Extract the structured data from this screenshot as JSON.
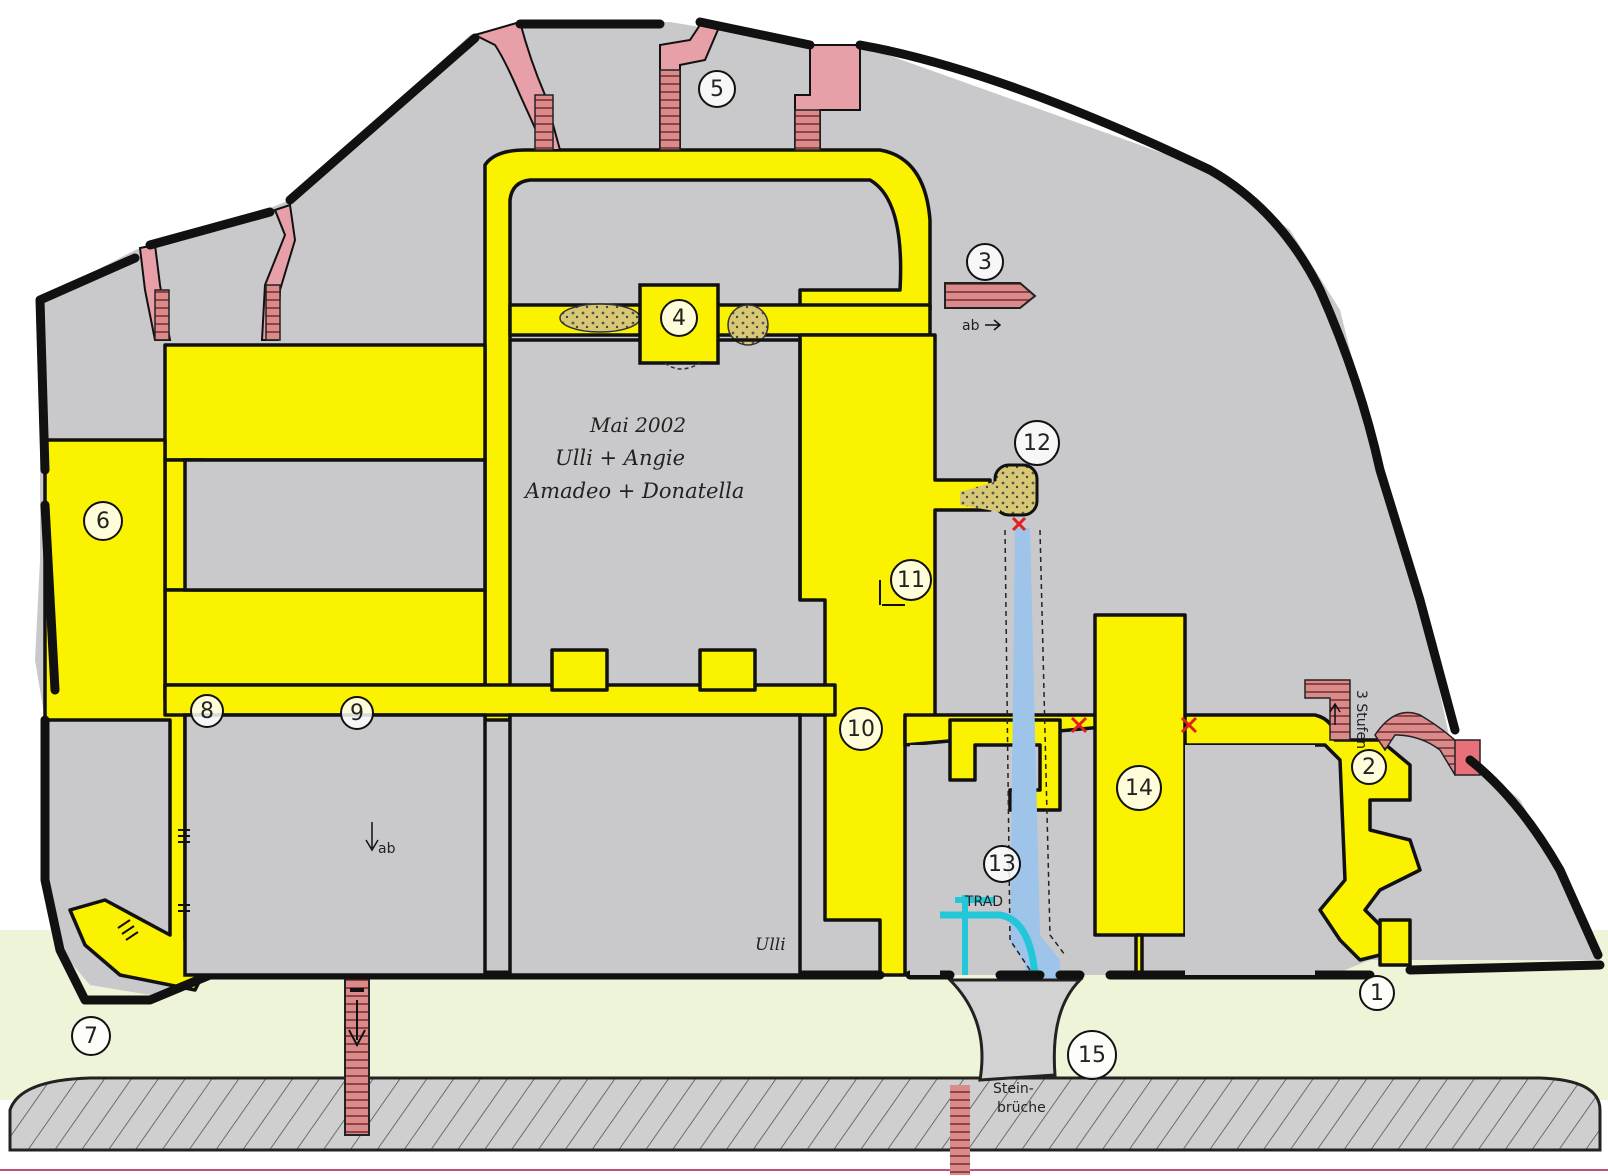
{
  "colors": {
    "ground": "#c9c9cc",
    "corridor": "#fbf200",
    "wall": "#111111",
    "outside": "#eef4d8",
    "tunnel": "#d98a8a",
    "water": "#9ec4ea",
    "cyan_pipe": "#22c8d8",
    "rubble": "#c9b56a",
    "road": "#bdbdbd",
    "marker_x": "#e02020"
  },
  "annotation": {
    "line1": "Mai 2002",
    "line2": "Ulli + Angie",
    "line3": "Amadeo + Donatella"
  },
  "signature": "Ulli",
  "notes": {
    "ab_3": "ab",
    "ab_9": "ab",
    "stein_1": "Stein-",
    "stein_2": "brüche",
    "label_13_sign": "TRAD",
    "label_2_side": "3 Stufen"
  },
  "markers": [
    {
      "id": "m1",
      "label": "1"
    },
    {
      "id": "m2",
      "label": "2"
    },
    {
      "id": "m3",
      "label": "3"
    },
    {
      "id": "m4",
      "label": "4"
    },
    {
      "id": "m5",
      "label": "5"
    },
    {
      "id": "m6",
      "label": "6"
    },
    {
      "id": "m7",
      "label": "7"
    },
    {
      "id": "m8",
      "label": "8"
    },
    {
      "id": "m9",
      "label": "9"
    },
    {
      "id": "m10",
      "label": "10"
    },
    {
      "id": "m11",
      "label": "11"
    },
    {
      "id": "m12",
      "label": "12"
    },
    {
      "id": "m13",
      "label": "13"
    },
    {
      "id": "m14",
      "label": "14"
    },
    {
      "id": "m15",
      "label": "15"
    }
  ]
}
